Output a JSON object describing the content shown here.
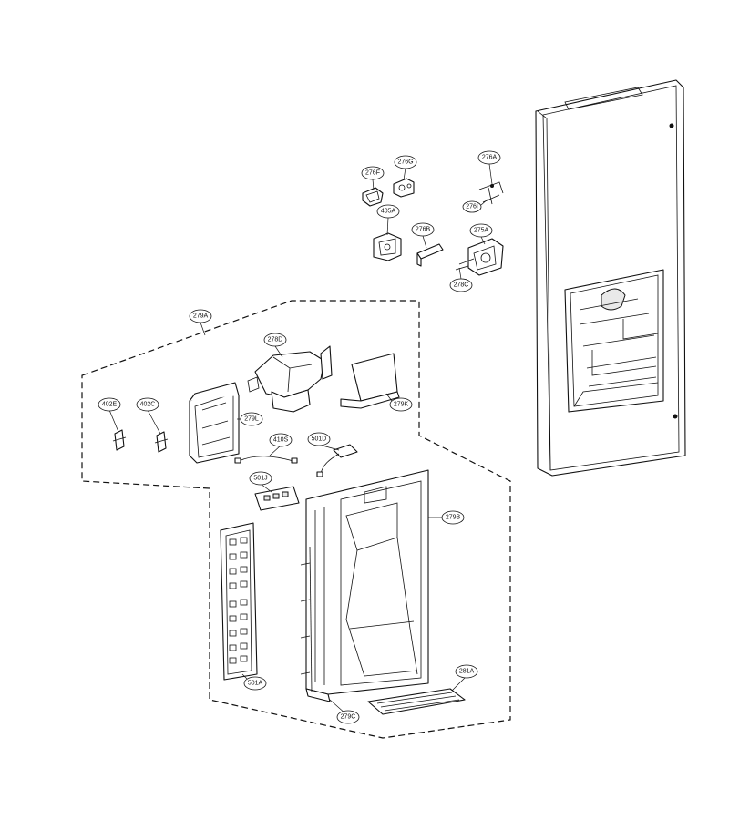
{
  "callouts": {
    "c279A": "279A",
    "c276F": "276F",
    "c276G": "276G",
    "c276A": "276A",
    "c276I": "276I",
    "c405A": "405A",
    "c276B": "276B",
    "c275A": "275A",
    "c278C": "278C",
    "c278D": "278D",
    "c279K": "279K",
    "c402E": "402E",
    "c402C": "402C",
    "c279L": "279L",
    "c410S": "410S",
    "c501D": "501D",
    "c501J": "501J",
    "c279B": "279B",
    "c501A": "501A",
    "c279C": "279C",
    "c281A": "281A"
  }
}
